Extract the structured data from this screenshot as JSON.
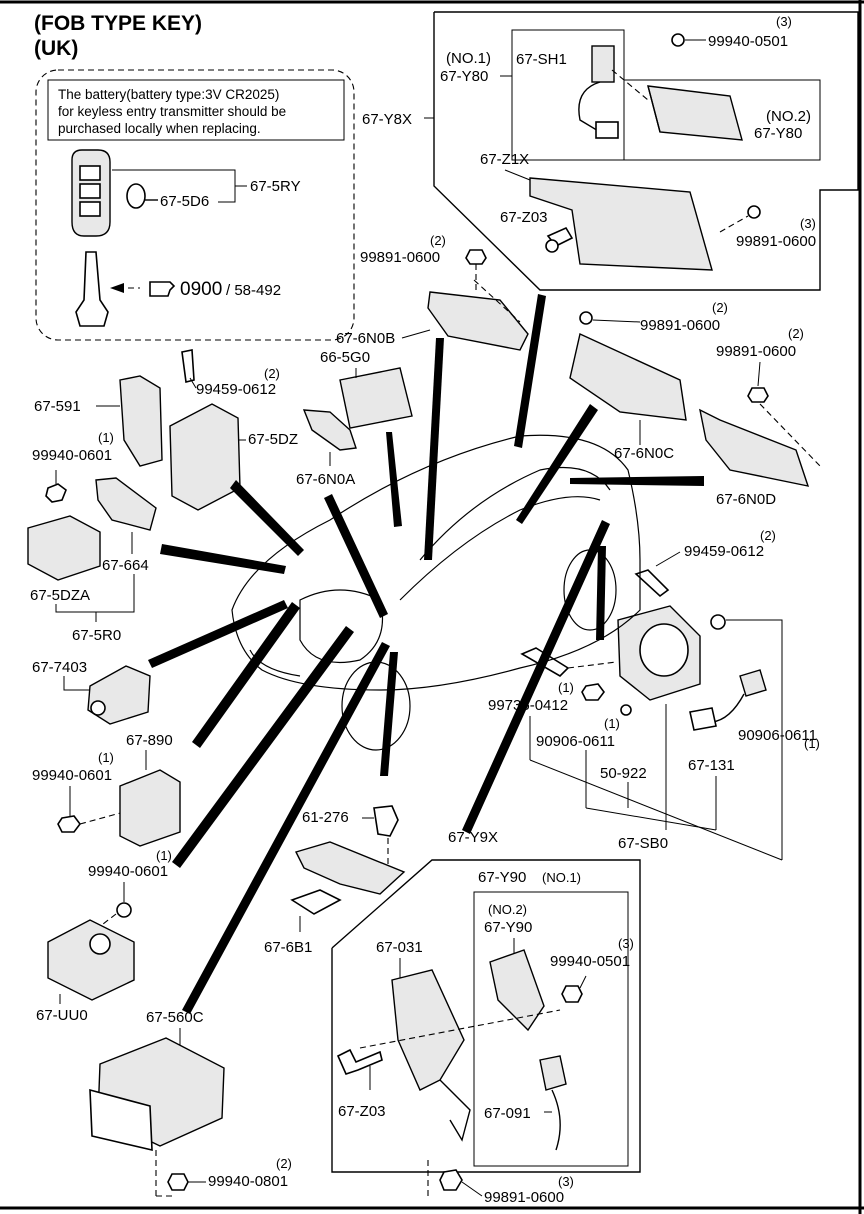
{
  "title": {
    "line1": "(FOB TYPE KEY)",
    "line2": "(UK)"
  },
  "note": {
    "line1": "The battery(battery type:3V CR2025)",
    "line2": "for keyless entry transmitter should be",
    "line3": "purchased locally when replacing."
  },
  "reference": {
    "main": "0900",
    "sub": "/ 58-492"
  },
  "labels": {
    "p_67_5D6": "67-5D6",
    "p_67_5RY": "67-5RY",
    "p_67_Y8X": "67-Y8X",
    "p_67_SH1": "67-SH1",
    "no1_a": "(NO.1)",
    "p_67_Y80_1": "67-Y80",
    "no2_a": "(NO.2)",
    "p_67_Y80_2": "67-Y80",
    "q3_a": "(3)",
    "p_99940_0501_a": "99940-0501",
    "p_67_Z1X": "67-Z1X",
    "p_67_Z03_a": "67-Z03",
    "q3_b": "(3)",
    "p_99891_0600_a": "99891-0600",
    "q2_a": "(2)",
    "p_99891_0600_b": "99891-0600",
    "p_67_6N0B": "67-6N0B",
    "q2_b": "(2)",
    "p_99891_0600_c": "99891-0600",
    "q2_c": "(2)",
    "p_99891_0600_d": "99891-0600",
    "p_66_5G0": "66-5G0",
    "q2_d": "(2)",
    "p_99459_0612_a": "99459-0612",
    "p_67_591": "67-591",
    "p_67_5DZ": "67-5DZ",
    "p_67_6N0A": "67-6N0A",
    "p_67_6N0C": "67-6N0C",
    "p_67_6N0D": "67-6N0D",
    "q1_a": "(1)",
    "p_99940_0601_a": "99940-0601",
    "p_67_664": "67-664",
    "p_67_5DZA": "67-5DZA",
    "p_67_5R0": "67-5R0",
    "q2_e": "(2)",
    "p_99459_0612_b": "99459-0612",
    "p_67_7403": "67-7403",
    "q1_b": "(1)",
    "p_99735_0412": "99735-0412",
    "q1_c": "(1)",
    "p_90906_0611_a": "90906-0611",
    "q1_d": "(1)",
    "p_90906_0611_b": "90906-0611",
    "p_50_922": "50-922",
    "p_67_131": "67-131",
    "p_67_SB0": "67-SB0",
    "p_67_890": "67-890",
    "q1_e": "(1)",
    "p_99940_0601_b": "99940-0601",
    "p_61_276": "61-276",
    "p_67_Y9X": "67-Y9X",
    "q1_f": "(1)",
    "p_99940_0601_c": "99940-0601",
    "p_67_Y90_1": "67-Y90",
    "no1_b": "(NO.1)",
    "no2_b": "(NO.2)",
    "p_67_Y90_2": "67-Y90",
    "p_67_6B1": "67-6B1",
    "p_67_031": "67-031",
    "q3_c": "(3)",
    "p_99940_0501_b": "99940-0501",
    "p_67_UU0": "67-UU0",
    "p_67_560C": "67-560C",
    "p_67_Z03_b": "67-Z03",
    "p_67_091": "67-091",
    "q2_f": "(2)",
    "p_99940_0801": "99940-0801",
    "q3_d": "(3)",
    "p_99891_0600_e": "99891-0600"
  }
}
